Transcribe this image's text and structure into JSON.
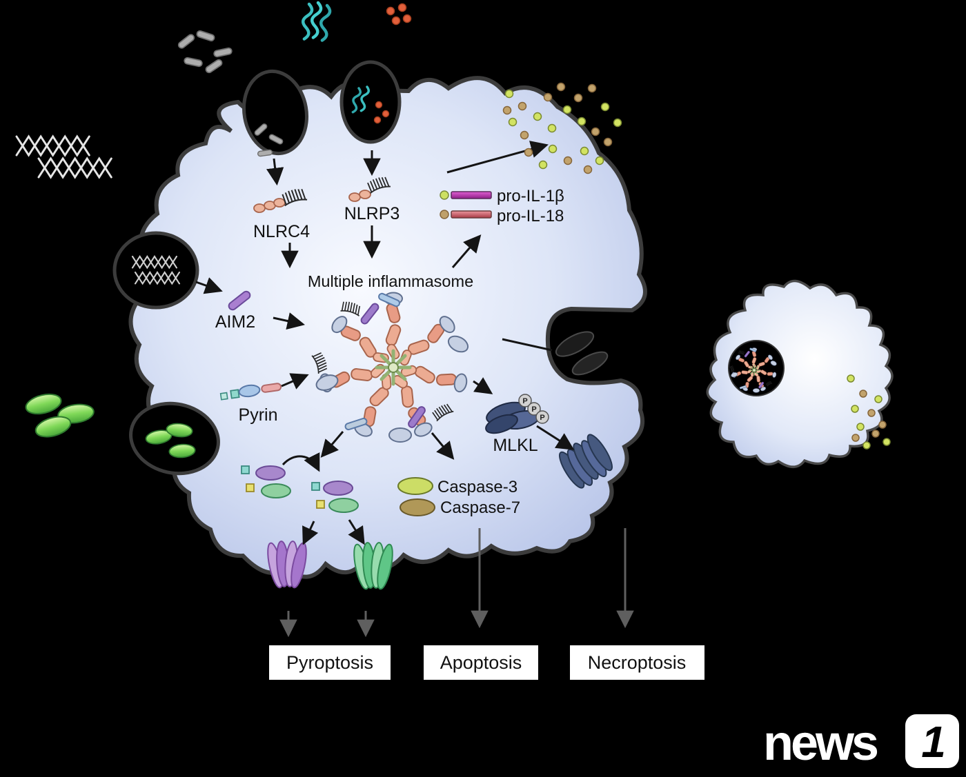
{
  "labels": {
    "nlrc4": "NLRC4",
    "nlrp3": "NLRP3",
    "pro_il1b": "pro-IL-1β",
    "pro_il18": "pro-IL-18",
    "multiple_inflammasome": "Multiple inflammasome",
    "aim2": "AIM2",
    "pyrin": "Pyrin",
    "mlkl": "MLKL",
    "phospho": "P",
    "caspase3": "Caspase-3",
    "caspase7": "Caspase-7"
  },
  "outcomes": {
    "pyroptosis": "Pyroptosis",
    "apoptosis": "Apoptosis",
    "necroptosis": "Necroptosis"
  },
  "watermark": {
    "news": "news",
    "one": "1"
  },
  "colors": {
    "background": "#000000",
    "cell_fill_edge": "#b7c4e8",
    "cell_fill_center": "#f8faff",
    "membrane": "#3c3c3c",
    "pro_il1b_bar": "#c238b4",
    "pro_il18_bar": "#cf5a66",
    "secreted_dot_lime": "#d2e362",
    "secreted_dot_tan": "#c2a36c",
    "green_bacteria": "#7fd858",
    "flagellin_teal": "#3bbfc0",
    "toxin_red": "#e2603c",
    "mlkl_blue": "#46597f",
    "pore_purple": "#a576cc",
    "pore_green": "#5fc687",
    "outcome_box_bg": "#ffffff",
    "watermark_color": "#ffffff"
  }
}
